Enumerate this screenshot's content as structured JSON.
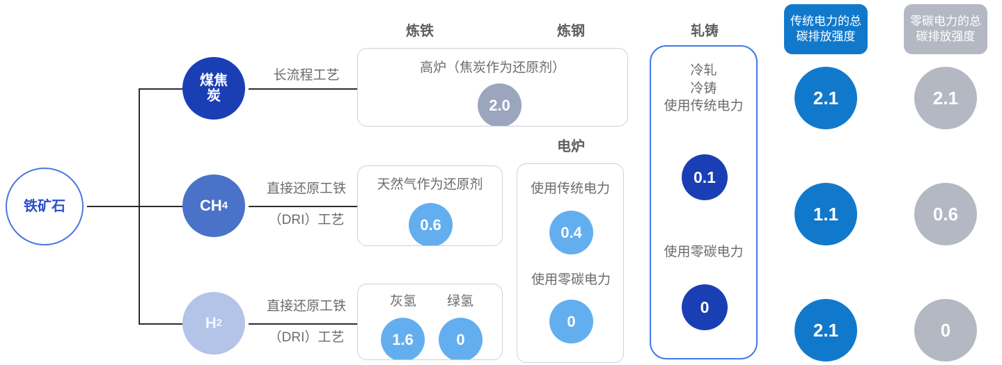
{
  "headers": {
    "ironmaking": "炼铁",
    "steelmaking": "炼钢",
    "rolling_casting": "轧铸"
  },
  "badges": {
    "conventional": "传统电力的总碳排放强度",
    "zero_carbon": "零碳电力的总碳排放强度"
  },
  "feedstocks": {
    "ore": "铁矿石",
    "coal": "煤焦炭",
    "methane": "CH",
    "methane_sub": "4",
    "hydrogen": "H",
    "hydrogen_sub": "2"
  },
  "routes": {
    "long_process": "长流程工艺",
    "dri_line1": "直接还原工铁",
    "dri_line2": "（DRI）工艺"
  },
  "ironmaking": {
    "blast_furnace": {
      "title": "高炉（焦炭作为还原剂）",
      "value": "2.0"
    },
    "natural_gas": {
      "title": "天然气作为还原剂",
      "value": "0.6"
    },
    "hydrogen_box": {
      "gray_h2_label": "灰氢",
      "gray_h2_value": "1.6",
      "green_h2_label": "绿氢",
      "green_h2_value": "0"
    }
  },
  "steelmaking": {
    "eaf_title": "电炉",
    "conventional_label": "使用传统电力",
    "conventional_value": "0.4",
    "zero_carbon_label": "使用零碳电力",
    "zero_carbon_value": "0"
  },
  "rolling": {
    "title_line1": "冷轧",
    "title_line2": "冷铸",
    "title_line3": "使用传统电力",
    "conventional_value": "0.1",
    "zero_carbon_label": "使用零碳电力",
    "zero_carbon_value": "0"
  },
  "totals": {
    "conventional": [
      "2.1",
      "1.1",
      "2.1"
    ],
    "zero_carbon": [
      "2.1",
      "0.6",
      "0"
    ]
  },
  "colors": {
    "dark_blue": "#1a3fb5",
    "mid_blue": "#4a72c8",
    "light_blue": "#63aeef",
    "pale_blue": "#b3c4e8",
    "accent_blue": "#1179cc",
    "gray": "#9ba5bd",
    "silver": "#b3b8c2",
    "line": "#2b2b2b"
  }
}
